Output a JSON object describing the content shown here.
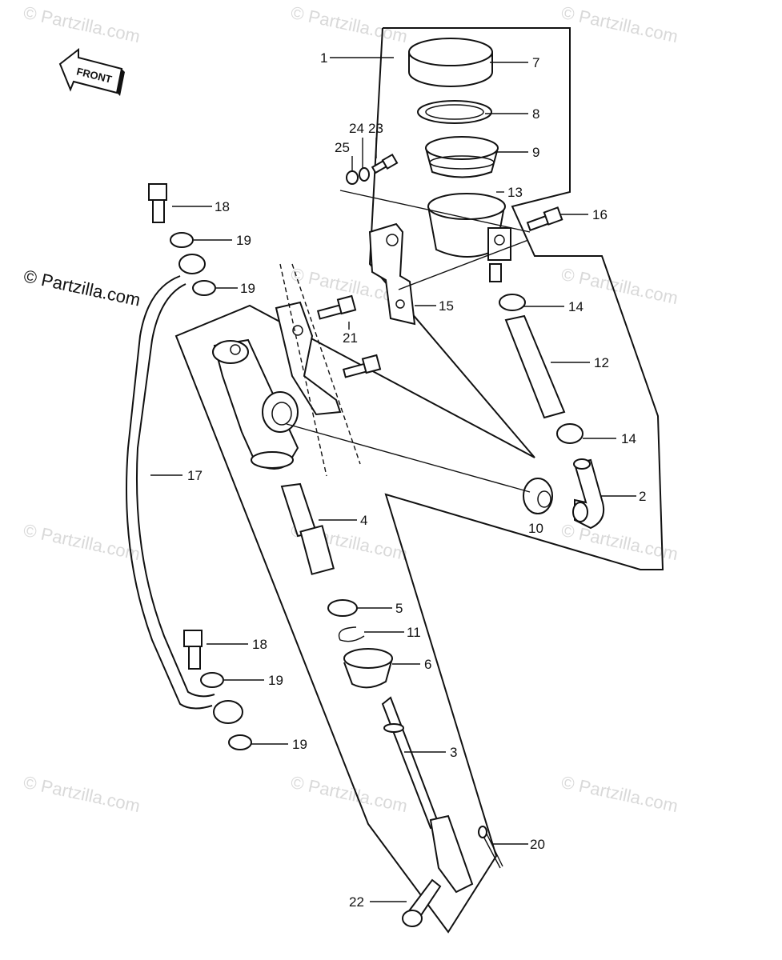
{
  "watermark": "© Partzilla.com",
  "front_label": "FRONT",
  "callouts": {
    "c1": "1",
    "c2": "2",
    "c3": "3",
    "c4": "4",
    "c5": "5",
    "c6": "6",
    "c7": "7",
    "c8": "8",
    "c9": "9",
    "c10": "10",
    "c11": "11",
    "c12": "12",
    "c13": "13",
    "c14a": "14",
    "c14b": "14",
    "c15": "15",
    "c16": "16",
    "c17": "17",
    "c18a": "18",
    "c18b": "18",
    "c19a": "19",
    "c19b": "19",
    "c19c": "19",
    "c19d": "19",
    "c20": "20",
    "c21": "21",
    "c22": "22",
    "c23": "23",
    "c24": "24",
    "c25": "25"
  }
}
